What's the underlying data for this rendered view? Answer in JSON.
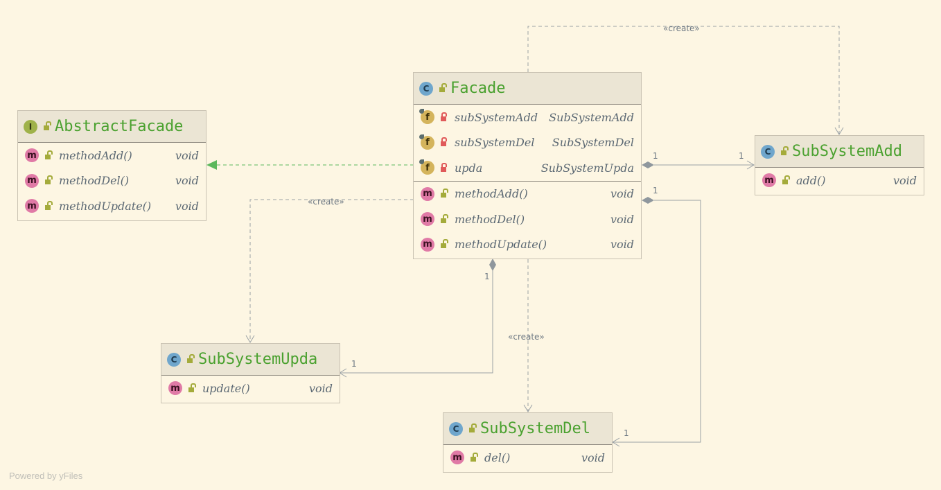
{
  "classes": {
    "facade": {
      "kind_badge": "C",
      "title": "Facade",
      "fields": [
        {
          "name": "subSystemAdd",
          "type": "SubSystemAdd"
        },
        {
          "name": "subSystemDel",
          "type": "SubSystemDel"
        },
        {
          "name": "upda",
          "type": "SubSystemUpda"
        }
      ],
      "methods": [
        {
          "name": "methodAdd()",
          "type": "void"
        },
        {
          "name": "methodDel()",
          "type": "void"
        },
        {
          "name": "methodUpdate()",
          "type": "void"
        }
      ]
    },
    "abstract_facade": {
      "kind_badge": "I",
      "title": "AbstractFacade",
      "methods": [
        {
          "name": "methodAdd()",
          "type": "void"
        },
        {
          "name": "methodDel()",
          "type": "void"
        },
        {
          "name": "methodUpdate()",
          "type": "void"
        }
      ]
    },
    "subsystem_add": {
      "kind_badge": "C",
      "title": "SubSystemAdd",
      "methods": [
        {
          "name": "add()",
          "type": "void"
        }
      ]
    },
    "subsystem_upda": {
      "kind_badge": "C",
      "title": "SubSystemUpda",
      "methods": [
        {
          "name": "update()",
          "type": "void"
        }
      ]
    },
    "subsystem_del": {
      "kind_badge": "C",
      "title": "SubSystemDel",
      "methods": [
        {
          "name": "del()",
          "type": "void"
        }
      ]
    }
  },
  "badges": {
    "method": "m",
    "field": "f"
  },
  "edge_labels": {
    "create": "«create»",
    "mult_one": "1"
  },
  "footer": "Powered by yFiles",
  "colors": {
    "background": "#fdf6e3",
    "header_bg": "#ebe5d4",
    "title_green": "#4aa12f",
    "edge_gray": "#8f979d",
    "realization_green": "#5cb85c"
  },
  "icons": {
    "class": "class-badge-icon",
    "interface": "interface-badge-icon",
    "method": "method-badge-icon",
    "field": "field-badge-icon",
    "public": "public-lock-icon",
    "private": "private-lock-icon"
  }
}
